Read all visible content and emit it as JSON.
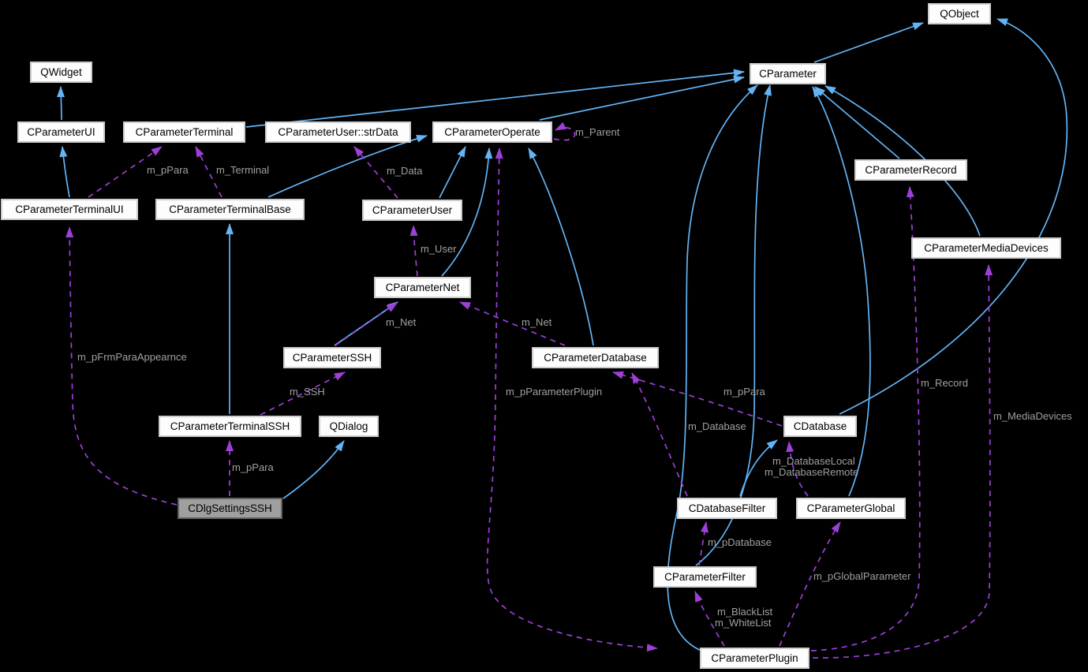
{
  "diagram": {
    "type": "doxygen-collaboration-graph",
    "focus_node": "CDlgSettingsSSH",
    "colors": {
      "background": "#000000",
      "inheritance_edge": "#63b4f6",
      "usage_edge": "#9e3fd8",
      "edge_label": "#a0a0a0",
      "node_bg": "#fdfdfd",
      "node_border": "#cdcdcd",
      "focus_node_bg": "#9f9f9f"
    },
    "nodes": [
      {
        "label": "QObject"
      },
      {
        "label": "QWidget"
      },
      {
        "label": "CParameterUI"
      },
      {
        "label": "CParameterTerminal"
      },
      {
        "label": "CParameterUser::strData"
      },
      {
        "label": "CParameterOperate"
      },
      {
        "label": "CParameter"
      },
      {
        "label": "CParameterRecord"
      },
      {
        "label": "CParameterMediaDevices"
      },
      {
        "label": "CParameterTerminalUI"
      },
      {
        "label": "CParameterTerminalBase"
      },
      {
        "label": "CParameterUser"
      },
      {
        "label": "CParameterNet"
      },
      {
        "label": "CParameterSSH"
      },
      {
        "label": "CParameterDatabase"
      },
      {
        "label": "CParameterTerminalSSH"
      },
      {
        "label": "QDialog"
      },
      {
        "label": "CDatabase"
      },
      {
        "label": "CDlgSettingsSSH"
      },
      {
        "label": "CDatabaseFilter"
      },
      {
        "label": "CParameterGlobal"
      },
      {
        "label": "CParameterFilter"
      },
      {
        "label": "CParameterPlugin"
      }
    ],
    "edge_labels": [
      {
        "text": "m_pPara"
      },
      {
        "text": "m_Terminal"
      },
      {
        "text": "m_Data"
      },
      {
        "text": "m_Parent"
      },
      {
        "text": "m_User"
      },
      {
        "text": "m_Net"
      },
      {
        "text": "m_Net"
      },
      {
        "text": "m_pFrmParaAppearnce"
      },
      {
        "text": "m_SSH"
      },
      {
        "text": "m_pPara"
      },
      {
        "text": "m_pParameterPlugin"
      },
      {
        "text": "m_pPara"
      },
      {
        "text": "m_Database"
      },
      {
        "text": "m_DatabaseLocal"
      },
      {
        "text": "m_DatabaseRemote"
      },
      {
        "text": "m_pDatabase"
      },
      {
        "text": "m_pGlobalParameter"
      },
      {
        "text": "m_BlackList"
      },
      {
        "text": "m_WhiteList"
      },
      {
        "text": "m_Record"
      },
      {
        "text": "m_MediaDevices"
      }
    ],
    "relationships": {
      "inheritance": [
        {
          "from": "CParameterUI",
          "to": "QWidget"
        },
        {
          "from": "CParameterTerminalUI",
          "to": "CParameterUI"
        },
        {
          "from": "CParameterTerminal",
          "to": "CParameter"
        },
        {
          "from": "CParameterOperate",
          "to": "CParameter"
        },
        {
          "from": "CParameterTerminalBase",
          "to": "CParameterOperate"
        },
        {
          "from": "CParameterTerminalSSH",
          "to": "CParameterTerminalBase"
        },
        {
          "from": "CParameterUser",
          "to": "CParameterOperate"
        },
        {
          "from": "CParameterNet",
          "to": "CParameterOperate"
        },
        {
          "from": "CParameterSSH",
          "to": "CParameterNet"
        },
        {
          "from": "CParameterDatabase",
          "to": "CParameterOperate"
        },
        {
          "from": "CDlgSettingsSSH",
          "to": "QDialog"
        },
        {
          "from": "CParameter",
          "to": "QObject"
        },
        {
          "from": "CDatabase",
          "to": "QObject"
        },
        {
          "from": "CParameterRecord",
          "to": "CParameter"
        },
        {
          "from": "CParameterMediaDevices",
          "to": "CParameter"
        },
        {
          "from": "CParameterGlobal",
          "to": "CParameter"
        },
        {
          "from": "CParameterPlugin",
          "to": "CParameter"
        },
        {
          "from": "CParameterFilter",
          "to": "CParameter"
        },
        {
          "from": "CDatabaseFilter",
          "to": "CDatabase"
        }
      ],
      "usage": [
        {
          "from": "CParameterTerminalUI",
          "to": "CParameterTerminal",
          "label": "m_pPara"
        },
        {
          "from": "CParameterTerminalBase",
          "to": "CParameterTerminal",
          "label": "m_Terminal"
        },
        {
          "from": "CParameterUser",
          "to": "CParameterUser::strData",
          "label": "m_Data"
        },
        {
          "from": "CParameterOperate",
          "to": "CParameterOperate",
          "label": "m_Parent"
        },
        {
          "from": "CParameterNet",
          "to": "CParameterUser",
          "label": "m_User"
        },
        {
          "from": "CParameterSSH",
          "to": "CParameterNet",
          "label": "m_Net"
        },
        {
          "from": "CParameterDatabase",
          "to": "CParameterNet",
          "label": "m_Net"
        },
        {
          "from": "CDlgSettingsSSH",
          "to": "CParameterTerminalUI",
          "label": "m_pFrmParaAppearnce"
        },
        {
          "from": "CParameterTerminalSSH",
          "to": "CParameterSSH",
          "label": "m_SSH"
        },
        {
          "from": "CDlgSettingsSSH",
          "to": "CParameterTerminalSSH",
          "label": "m_pPara"
        },
        {
          "from": "CParameterOperate",
          "to": "CParameterPlugin",
          "label": "m_pParameterPlugin"
        },
        {
          "from": "CDatabase",
          "to": "CParameterDatabase",
          "label": "m_pPara"
        },
        {
          "from": "CDatabaseFilter",
          "to": "CParameterDatabase",
          "label": "m_Database"
        },
        {
          "from": "CParameterGlobal",
          "to": "CDatabase",
          "label": "m_DatabaseLocal / m_DatabaseRemote"
        },
        {
          "from": "CParameterFilter",
          "to": "CDatabaseFilter",
          "label": "m_pDatabase"
        },
        {
          "from": "CParameterPlugin",
          "to": "CParameterFilter",
          "label": "m_BlackList / m_WhiteList"
        },
        {
          "from": "CParameterPlugin",
          "to": "CParameterGlobal",
          "label": "m_pGlobalParameter"
        },
        {
          "from": "CParameterPlugin",
          "to": "CParameterRecord",
          "label": "m_Record"
        },
        {
          "from": "CParameterPlugin",
          "to": "CParameterMediaDevices",
          "label": "m_MediaDevices"
        }
      ]
    }
  }
}
